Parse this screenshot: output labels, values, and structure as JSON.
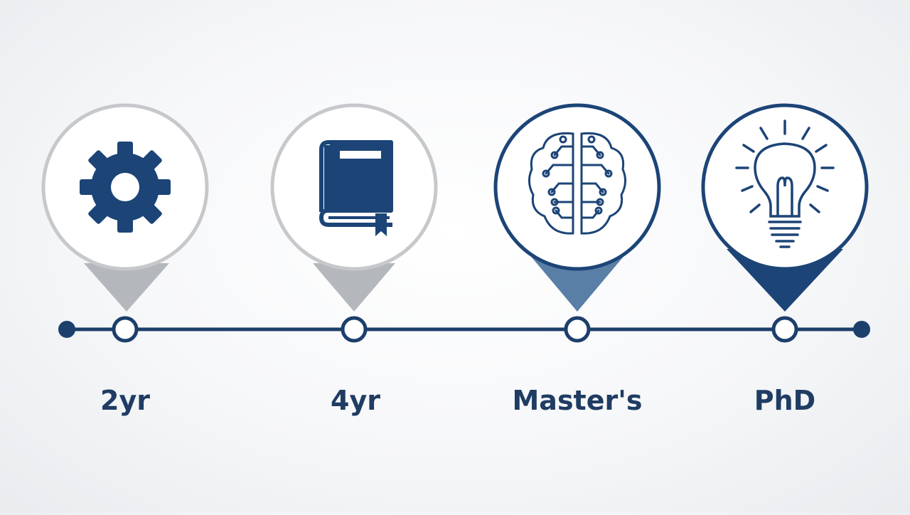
{
  "colors": {
    "navy": "#1c4477",
    "mid_blue": "#5a7fa7",
    "gray": "#b4b7bb",
    "line": "#1c3f6b",
    "label": "#1f3c63"
  },
  "stages": [
    {
      "label": "2yr",
      "icon": "gear-icon",
      "pin_style": "gray"
    },
    {
      "label": "4yr",
      "icon": "book-icon",
      "pin_style": "gray"
    },
    {
      "label": "Master's",
      "icon": "brain-circuit-icon",
      "pin_style": "mid-blue"
    },
    {
      "label": "PhD",
      "icon": "lightbulb-icon",
      "pin_style": "navy"
    }
  ]
}
